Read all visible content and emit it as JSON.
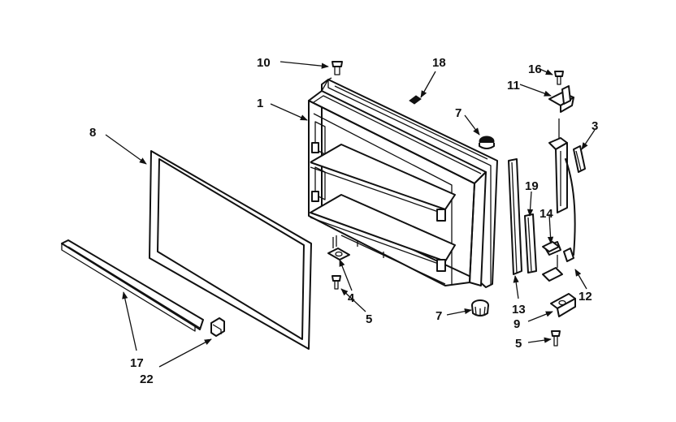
{
  "callouts": [
    {
      "id": "c1",
      "label": "1"
    },
    {
      "id": "c3",
      "label": "3"
    },
    {
      "id": "c4",
      "label": "4"
    },
    {
      "id": "c5a",
      "label": "5"
    },
    {
      "id": "c5b",
      "label": "5"
    },
    {
      "id": "c7a",
      "label": "7"
    },
    {
      "id": "c7b",
      "label": "7"
    },
    {
      "id": "c8",
      "label": "8"
    },
    {
      "id": "c9",
      "label": "9"
    },
    {
      "id": "c10",
      "label": "10"
    },
    {
      "id": "c11",
      "label": "11"
    },
    {
      "id": "c12",
      "label": "12"
    },
    {
      "id": "c13",
      "label": "13"
    },
    {
      "id": "c14",
      "label": "14"
    },
    {
      "id": "c16",
      "label": "16"
    },
    {
      "id": "c17",
      "label": "17"
    },
    {
      "id": "c18",
      "label": "18"
    },
    {
      "id": "c19",
      "label": "19"
    },
    {
      "id": "c22",
      "label": "22"
    }
  ]
}
